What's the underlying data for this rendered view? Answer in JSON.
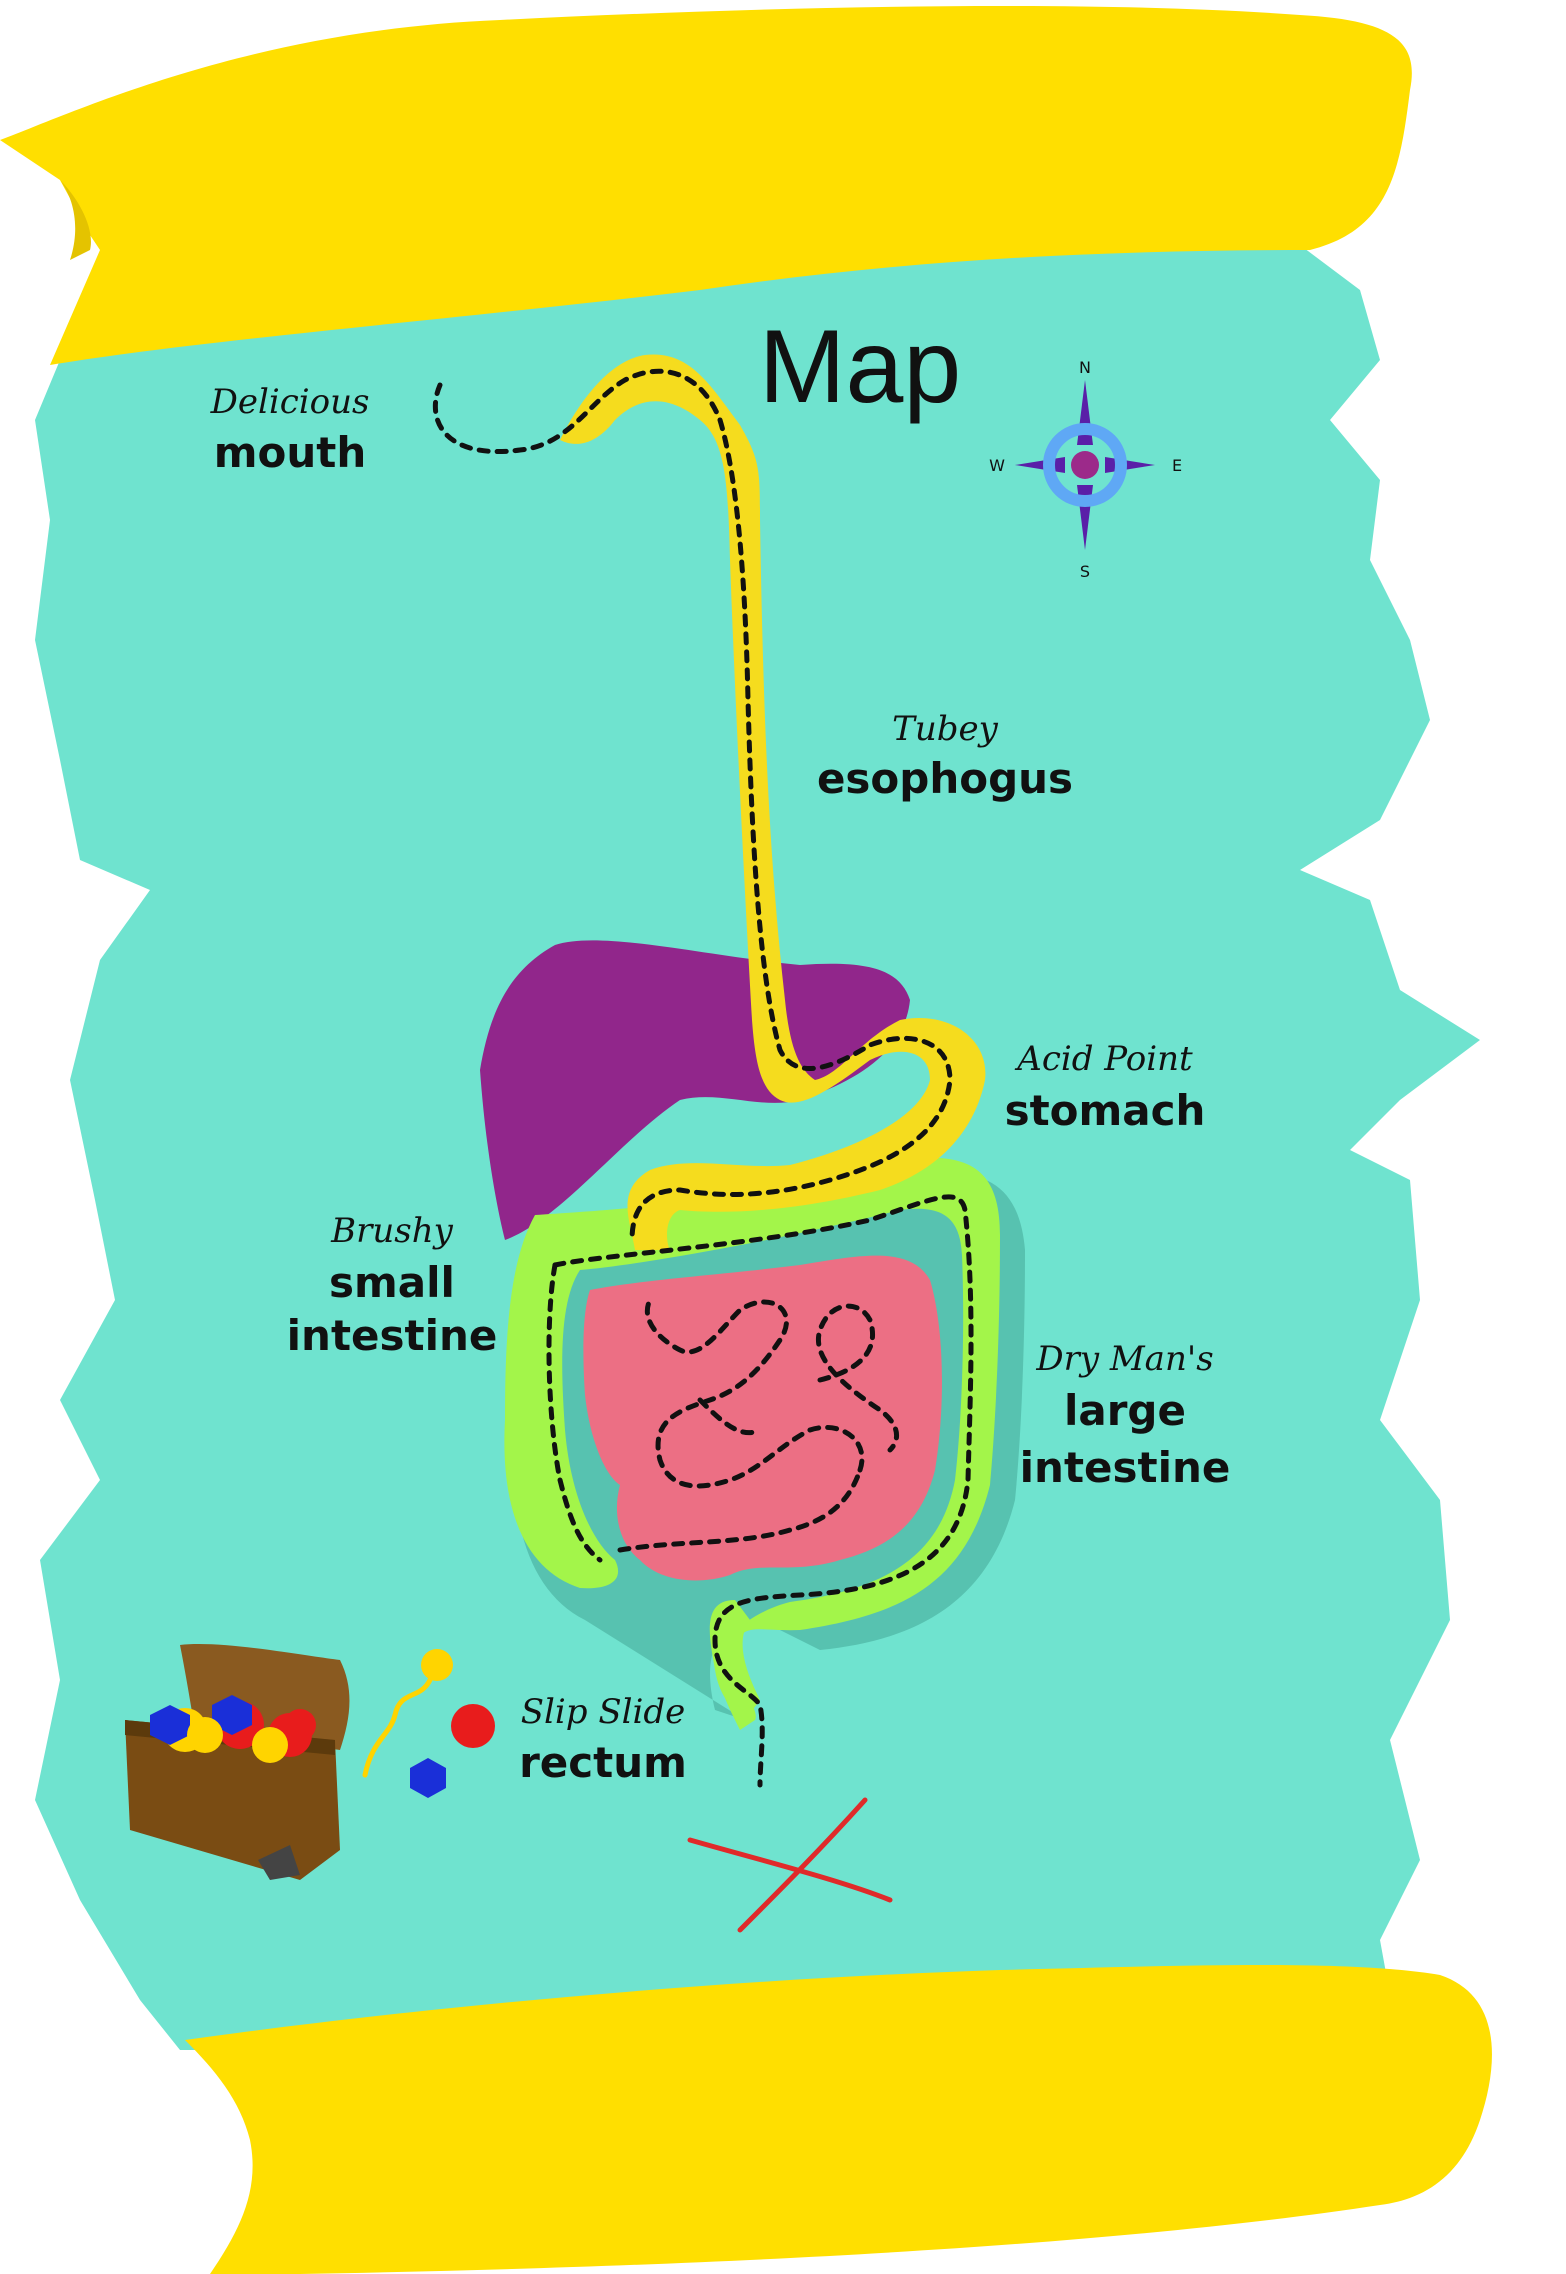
{
  "title": "Map",
  "compass": {
    "n": "N",
    "e": "E",
    "s": "S",
    "w": "W"
  },
  "labels": {
    "mouth": {
      "adjective": "Delicious",
      "name": "mouth"
    },
    "esophagus": {
      "adjective": "Tubey",
      "name": "esophogus"
    },
    "stomach": {
      "adjective": "Acid Point",
      "name": "stomach"
    },
    "small_intestine": {
      "adjective": "Brushy",
      "name_line1": "small",
      "name_line2": "intestine"
    },
    "large_intestine": {
      "adjective": "Dry Man's",
      "name_line1": "large",
      "name_line2": "intestine"
    },
    "rectum": {
      "adjective": "Slip Slide",
      "name": "rectum"
    }
  },
  "colors": {
    "parchment": "#6fe3cf",
    "scroll": "#ffdf00",
    "esophagus_stomach": "#f5dc1e",
    "liver": "#91268b",
    "large_intestine": "#a3f54a",
    "small_intestine": "#ec6f84",
    "treasure_chest": "#7a4c13",
    "x_mark": "#e02a2a"
  },
  "icons": [
    "compass-icon",
    "treasure-chest-icon",
    "x-mark-icon",
    "gem-icon",
    "sperm-key-icon"
  ]
}
